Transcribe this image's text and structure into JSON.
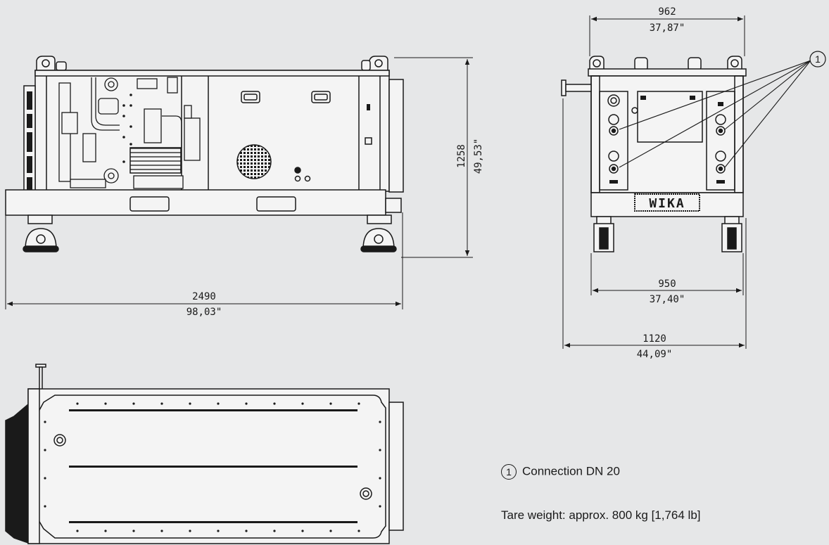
{
  "dimensions": {
    "front_width_mm": "2490",
    "front_width_in": "98,03\"",
    "height_mm": "1258",
    "height_in": "49,53\"",
    "side_top_mm": "962",
    "side_top_in": "37,87\"",
    "side_inner_mm": "950",
    "side_inner_in": "37,40\"",
    "side_total_mm": "1120",
    "side_total_in": "44,09\""
  },
  "callouts": [
    {
      "number": "1"
    }
  ],
  "brand_plate": "WIKA",
  "legend": {
    "number": "1",
    "text": "Connection DN 20",
    "tare_weight": "Tare weight: approx. 800 kg [1,764 lb]"
  },
  "colors": {
    "background": "#e6e7e8",
    "line": "#1a1a1a",
    "panel": "#f4f4f4"
  }
}
